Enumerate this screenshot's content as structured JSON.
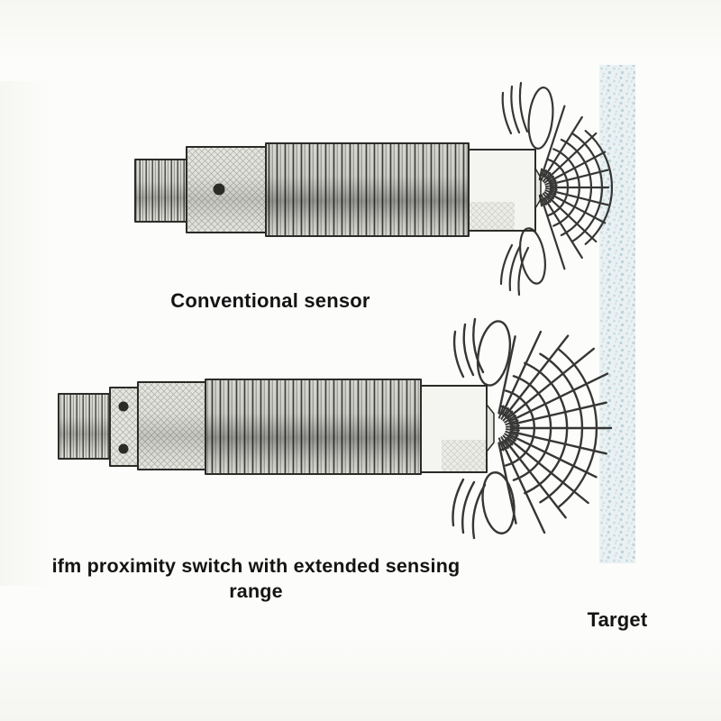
{
  "page": {
    "description": "Line-art comparison diagram of two cylindrical inductive proximity sensors and their sensing fields against a target wall",
    "background_color": "#fcfcfa"
  },
  "colors": {
    "line_ink": "#2b2b28",
    "field_line_ink": "#262624",
    "thread_metal_base": "#d8d8d3",
    "knurl_base": "#e6e6e1",
    "cap_face": "#f4f4f0",
    "target_wall_base": "#e9f1f3",
    "target_wall_speckle": "#bed3d9",
    "label_text": "#141414"
  },
  "labels": {
    "conventional_sensor": "Conventional sensor",
    "ifm_switch_line1": "ifm proximity switch with extended sensing",
    "ifm_switch_line2": "range",
    "target": "Target"
  },
  "diagram": {
    "sensors": [
      {
        "name": "conventional-sensor",
        "label": "Conventional sensor",
        "parts": [
          "threaded-connector",
          "knurled-hex-body",
          "threaded-barrel",
          "sensing-cap",
          "sensing-face",
          "magnetic-field-lines"
        ],
        "field_reach": "short — field arcs stop at target surface"
      },
      {
        "name": "ifm-proximity-switch",
        "label": "ifm proximity switch with extended sensing range",
        "parts": [
          "threaded-connector",
          "mount-plate-with-two-holes",
          "knurled-hex-body",
          "threaded-barrel",
          "sensing-cap",
          "sensing-face",
          "magnetic-field-lines"
        ],
        "field_reach": "extended — field arcs reach past target surface"
      }
    ],
    "target_wall": {
      "name": "target-wall",
      "label": "Target",
      "texture": "stippled light blue"
    }
  }
}
